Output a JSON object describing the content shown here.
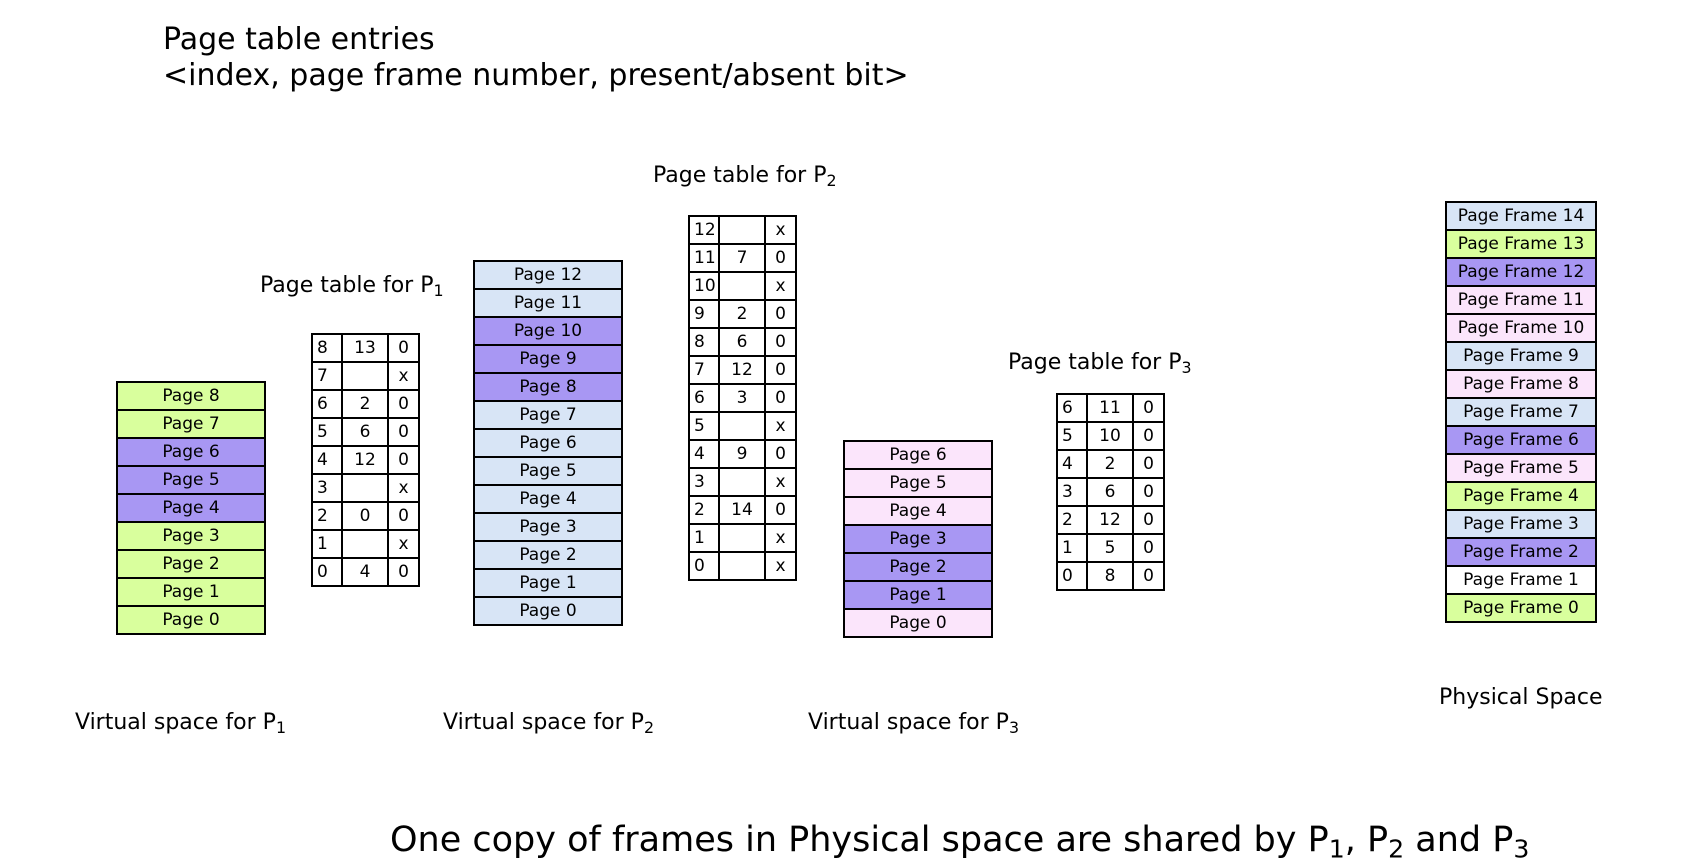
{
  "legend": {
    "line1": "Page table entries",
    "line2": "<index, page frame number, present/absent bit>"
  },
  "colors": {
    "green": "#d9ff9d",
    "purple": "#a897f3",
    "blue": "#d8e5f6",
    "pink": "#fbe5fb",
    "white": "#ffffff"
  },
  "virtual_spaces": [
    {
      "caption": "Virtual space for ",
      "sub": "1",
      "pages": [
        {
          "label": "Page 8",
          "color": "#d9ff9d"
        },
        {
          "label": "Page 7",
          "color": "#d9ff9d"
        },
        {
          "label": "Page 6",
          "color": "#a897f3"
        },
        {
          "label": "Page 5",
          "color": "#a897f3"
        },
        {
          "label": "Page 4",
          "color": "#a897f3"
        },
        {
          "label": "Page 3",
          "color": "#d9ff9d"
        },
        {
          "label": "Page 2",
          "color": "#d9ff9d"
        },
        {
          "label": "Page 1",
          "color": "#d9ff9d"
        },
        {
          "label": "Page 0",
          "color": "#d9ff9d"
        }
      ]
    },
    {
      "caption": "Virtual space for ",
      "sub": "2",
      "pages": [
        {
          "label": "Page 12",
          "color": "#d8e5f6"
        },
        {
          "label": "Page 11",
          "color": "#d8e5f6"
        },
        {
          "label": "Page 10",
          "color": "#a897f3"
        },
        {
          "label": "Page 9",
          "color": "#a897f3"
        },
        {
          "label": "Page 8",
          "color": "#a897f3"
        },
        {
          "label": "Page 7",
          "color": "#d8e5f6"
        },
        {
          "label": "Page 6",
          "color": "#d8e5f6"
        },
        {
          "label": "Page 5",
          "color": "#d8e5f6"
        },
        {
          "label": "Page 4",
          "color": "#d8e5f6"
        },
        {
          "label": "Page 3",
          "color": "#d8e5f6"
        },
        {
          "label": "Page 2",
          "color": "#d8e5f6"
        },
        {
          "label": "Page 1",
          "color": "#d8e5f6"
        },
        {
          "label": "Page 0",
          "color": "#d8e5f6"
        }
      ]
    },
    {
      "caption": "Virtual space for ",
      "sub": "3",
      "pages": [
        {
          "label": "Page 6",
          "color": "#fbe5fb"
        },
        {
          "label": "Page 5",
          "color": "#fbe5fb"
        },
        {
          "label": "Page 4",
          "color": "#fbe5fb"
        },
        {
          "label": "Page 3",
          "color": "#a897f3"
        },
        {
          "label": "Page 2",
          "color": "#a897f3"
        },
        {
          "label": "Page 1",
          "color": "#a897f3"
        },
        {
          "label": "Page 0",
          "color": "#fbe5fb"
        }
      ]
    }
  ],
  "page_tables": [
    {
      "title": "Page table for ",
      "sub": "1",
      "rows": [
        [
          "8",
          "13",
          "0"
        ],
        [
          "7",
          "",
          "x"
        ],
        [
          "6",
          "2",
          "0"
        ],
        [
          "5",
          "6",
          "0"
        ],
        [
          "4",
          "12",
          "0"
        ],
        [
          "3",
          "",
          "x"
        ],
        [
          "2",
          "0",
          "0"
        ],
        [
          "1",
          "",
          "x"
        ],
        [
          "0",
          "4",
          "0"
        ]
      ]
    },
    {
      "title": "Page table for ",
      "sub": "2",
      "rows": [
        [
          "12",
          "",
          "x"
        ],
        [
          "11",
          "7",
          "0"
        ],
        [
          "10",
          "",
          "x"
        ],
        [
          "9",
          "2",
          "0"
        ],
        [
          "8",
          "6",
          "0"
        ],
        [
          "7",
          "12",
          "0"
        ],
        [
          "6",
          "3",
          "0"
        ],
        [
          "5",
          "",
          "x"
        ],
        [
          "4",
          "9",
          "0"
        ],
        [
          "3",
          "",
          "x"
        ],
        [
          "2",
          "14",
          "0"
        ],
        [
          "1",
          "",
          "x"
        ],
        [
          "0",
          "",
          "x"
        ]
      ]
    },
    {
      "title": "Page table for ",
      "sub": "3",
      "rows": [
        [
          "6",
          "11",
          "0"
        ],
        [
          "5",
          "10",
          "0"
        ],
        [
          "4",
          "2",
          "0"
        ],
        [
          "3",
          "6",
          "0"
        ],
        [
          "2",
          "12",
          "0"
        ],
        [
          "1",
          "5",
          "0"
        ],
        [
          "0",
          "8",
          "0"
        ]
      ]
    }
  ],
  "physical_space": {
    "caption": "Physical Space",
    "frames": [
      {
        "label": "Page Frame  14",
        "color": "#d8e5f6"
      },
      {
        "label": "Page Frame  13",
        "color": "#d9ff9d"
      },
      {
        "label": "Page Frame  12",
        "color": "#a897f3"
      },
      {
        "label": "Page Frame  11",
        "color": "#fbe5fb"
      },
      {
        "label": "Page Frame  10",
        "color": "#fbe5fb"
      },
      {
        "label": "Page Frame  9",
        "color": "#d8e5f6"
      },
      {
        "label": "Page Frame  8",
        "color": "#fbe5fb"
      },
      {
        "label": "Page Frame  7",
        "color": "#d8e5f6"
      },
      {
        "label": "Page Frame  6",
        "color": "#a897f3"
      },
      {
        "label": "Page Frame  5",
        "color": "#fbe5fb"
      },
      {
        "label": "Page Frame  4",
        "color": "#d9ff9d"
      },
      {
        "label": "Page Frame  3",
        "color": "#d8e5f6"
      },
      {
        "label": "Page Frame  2",
        "color": "#a897f3"
      },
      {
        "label": "Page Frame  1",
        "color": "#ffffff"
      },
      {
        "label": "Page Frame  0",
        "color": "#d9ff9d"
      }
    ]
  },
  "footer": {
    "text_a": "One copy of frames in Physical space are shared by P",
    "sub1": "1",
    "text_b": ", P",
    "sub2": "2",
    "text_c": " and P",
    "sub3": "3"
  }
}
